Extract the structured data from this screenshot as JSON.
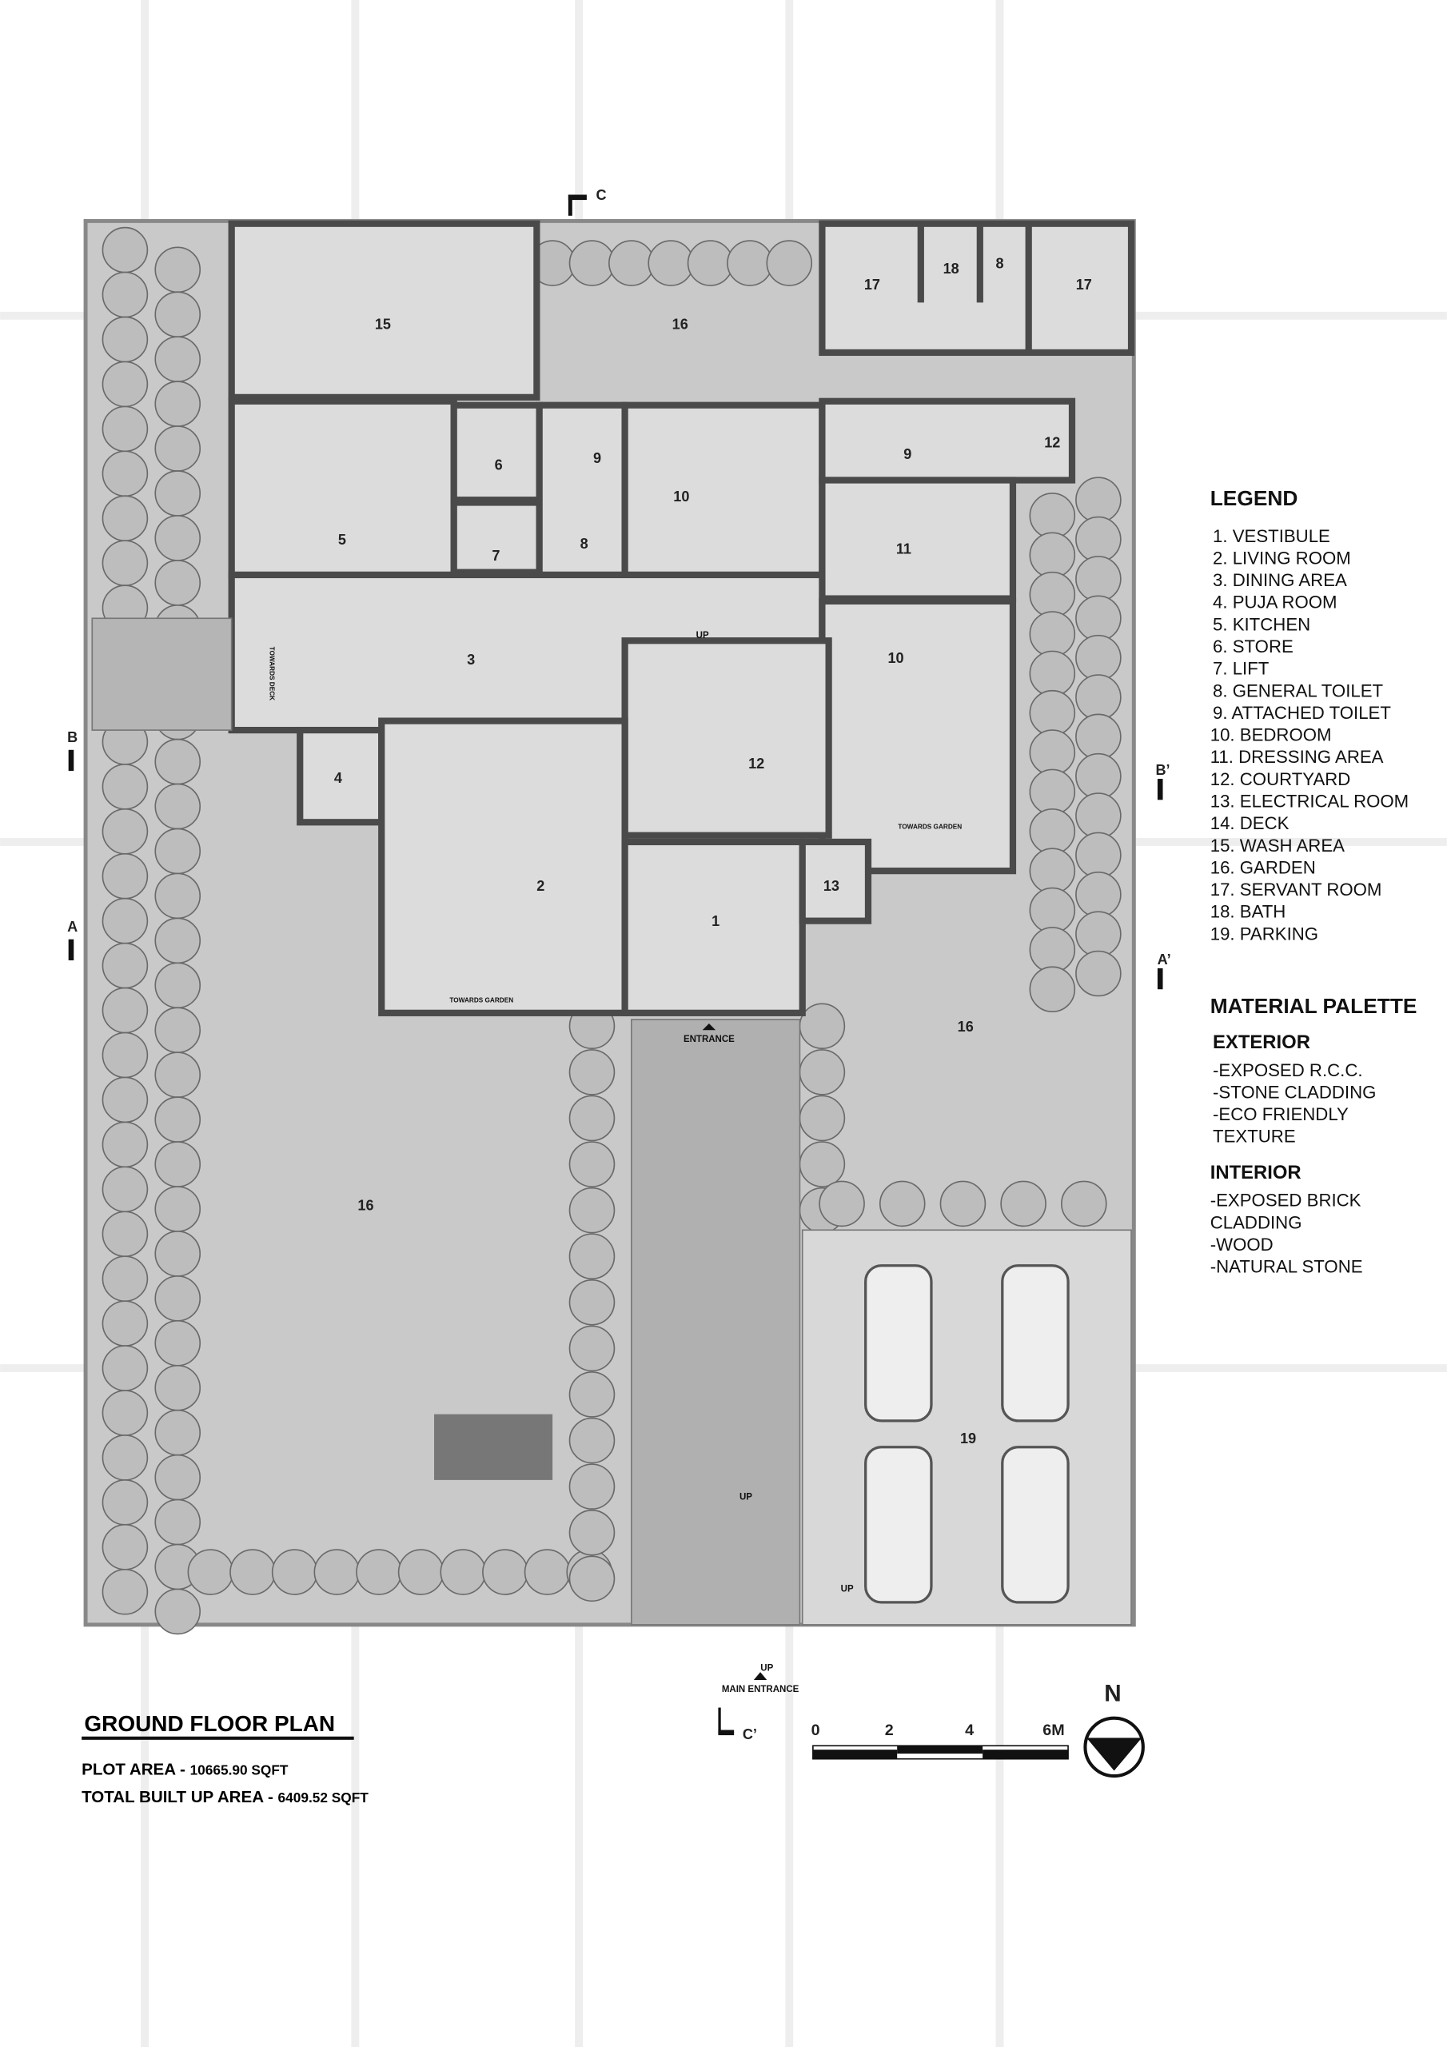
{
  "title": "GROUND FLOOR PLAN",
  "plot_area_label": "PLOT AREA - ",
  "plot_area_value": "10665.90 SQFT",
  "built_up_label": "TOTAL BUILT UP AREA - ",
  "built_up_value": "6409.52 SQFT",
  "legend": {
    "heading": "LEGEND",
    "items": [
      "1. VESTIBULE",
      "2. LIVING ROOM",
      "3. DINING AREA",
      "4. PUJA ROOM",
      "5. KITCHEN",
      "6. STORE",
      "7.  LIFT",
      "8.  GENERAL TOILET",
      "9.  ATTACHED TOILET",
      "10. BEDROOM",
      "11. DRESSING AREA",
      "12. COURTYARD",
      "13. ELECTRICAL ROOM",
      "14. DECK",
      "15. WASH AREA",
      "16. GARDEN",
      "17. SERVANT ROOM",
      "18. BATH",
      "19. PARKING"
    ]
  },
  "material_palette": {
    "heading": "MATERIAL PALETTE",
    "exterior_heading": "EXTERIOR",
    "exterior": [
      "-EXPOSED R.C.C.",
      "-STONE CLADDING",
      "-ECO FRIENDLY",
      " TEXTURE"
    ],
    "interior_heading": "INTERIOR",
    "interior": [
      "-EXPOSED BRICK",
      " CLADDING",
      "-WOOD",
      "-NATURAL STONE"
    ]
  },
  "rooms": {
    "r1": "1",
    "r2": "2",
    "r3": "3",
    "r4": "4",
    "r5": "5",
    "r6": "6",
    "r7": "7",
    "r8a": "8",
    "r8b": "8",
    "r9a": "9",
    "r9b": "9",
    "r10a": "10",
    "r10b": "10",
    "r11": "11",
    "r12a": "12",
    "r12b": "12",
    "r13": "13",
    "r15": "15",
    "r16a": "16",
    "r16b": "16",
    "r16c": "16",
    "r17a": "17",
    "r17b": "17",
    "r18": "18",
    "r19": "19"
  },
  "annotations": {
    "entrance": "ENTRANCE",
    "main_entrance": "MAIN ENTRANCE",
    "up": "UP",
    "towards_garden": "TOWARDS GARDEN",
    "towards_deck": "TOWARDS DECK"
  },
  "sections": {
    "a": "A",
    "a2": "A’",
    "b": "B",
    "b2": "B’",
    "c": "C",
    "c2": "C’"
  },
  "scale_bar": {
    "ticks": [
      "0",
      "2",
      "4",
      "6M"
    ]
  },
  "north": "N"
}
